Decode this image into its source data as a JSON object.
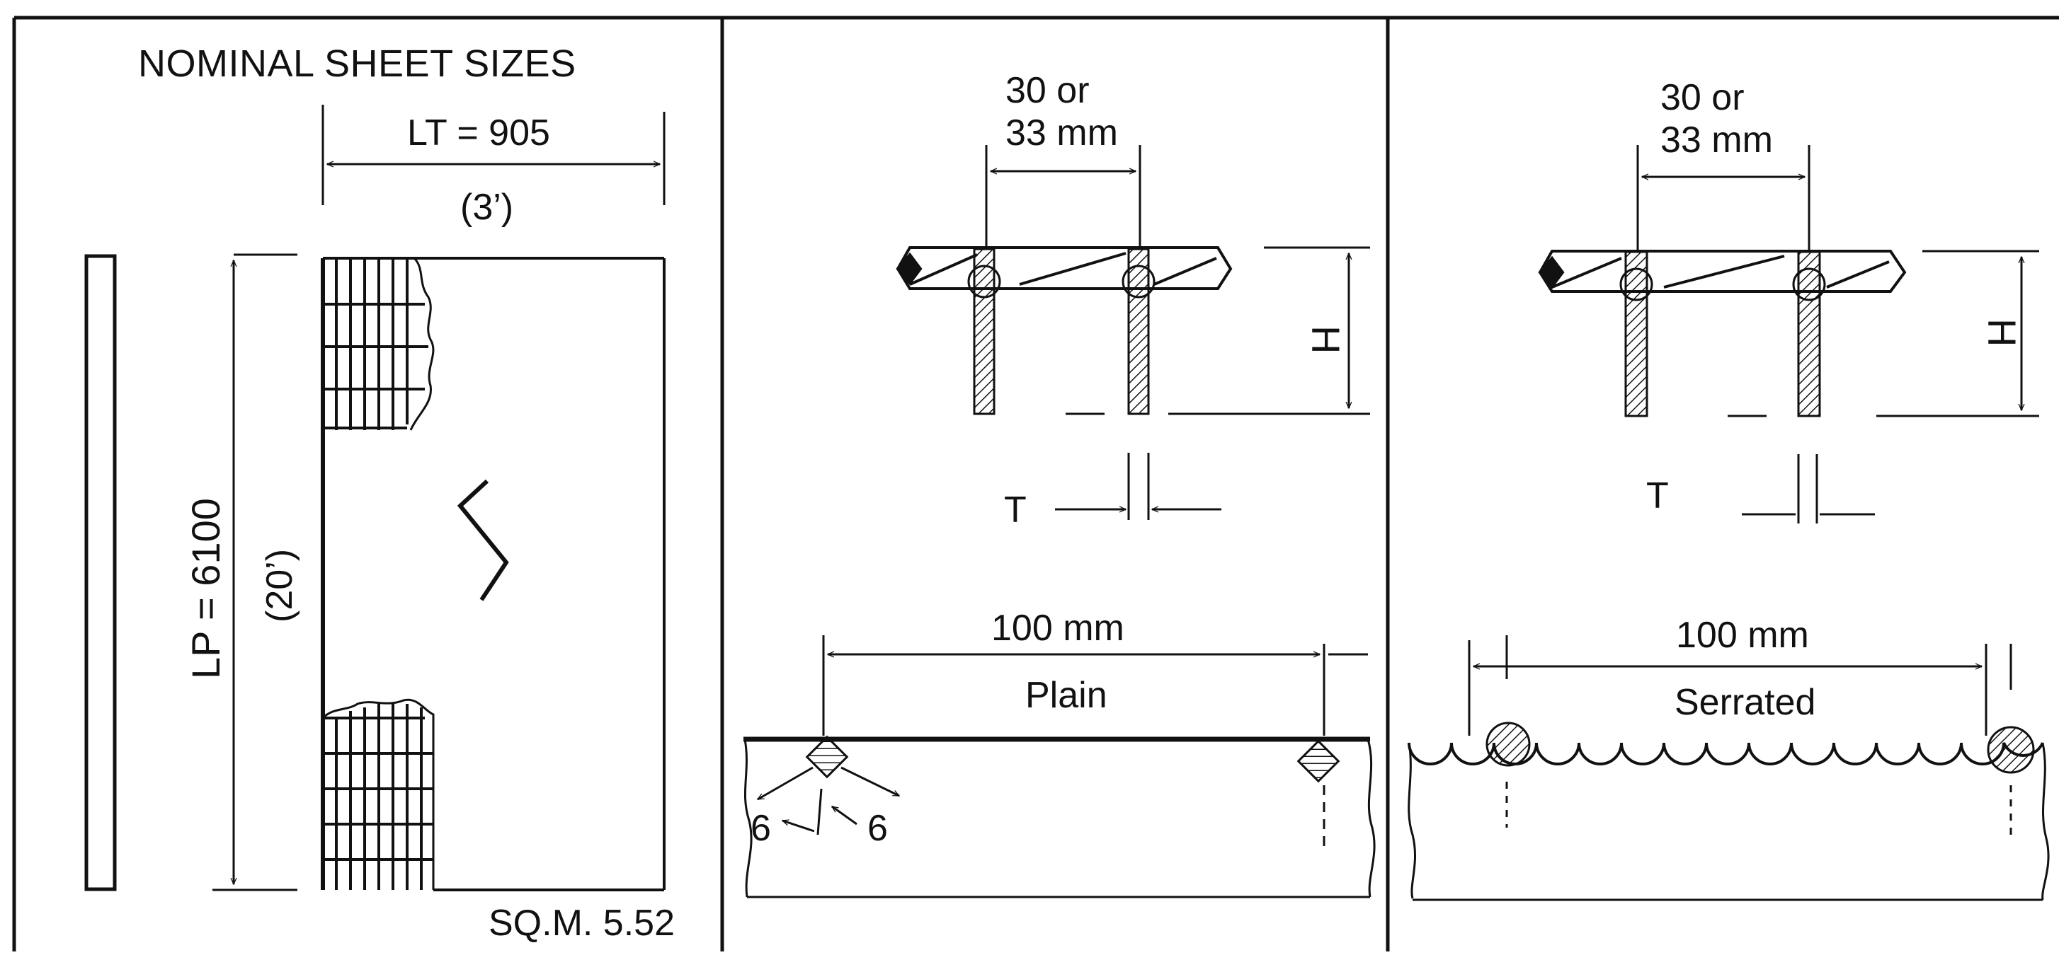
{
  "panel_left": {
    "title": "NOMINAL SHEET SIZES",
    "width_label": "LT = 905",
    "width_imperial": "(3’)",
    "length_label": "LP = 6100",
    "length_imperial": "(20’)",
    "area_label": "SQ.M.  5.52"
  },
  "panel_plain": {
    "pitch_line1": "30  or",
    "pitch_line2": "33  mm",
    "height_label": "H",
    "thickness_label": "T",
    "span_label": "100  mm",
    "surface_label": "Plain",
    "chamfer_left": "6",
    "chamfer_right": "6"
  },
  "panel_serrated": {
    "pitch_line1": "30  or",
    "pitch_line2": "33  mm",
    "height_label": "H",
    "thickness_label": "T",
    "span_label": "100  mm",
    "surface_label": "Serrated"
  }
}
